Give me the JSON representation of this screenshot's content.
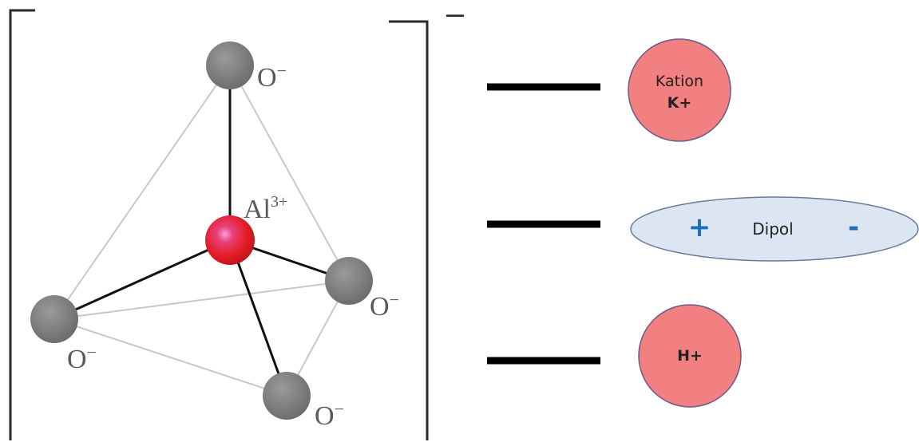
{
  "diagram": {
    "colors": {
      "bond": "#111111",
      "edge": "#c8c8c8",
      "oxygen": "#7a7a7a",
      "aluminium": "#e8202a",
      "cation_fill": "#f28080",
      "dipole_fill": "#dbe6f2",
      "dipole_sign": "#1f6fb5",
      "bracket": "#2a2a2a"
    },
    "complex": {
      "center_label_base": "Al",
      "center_label_charge": "3+",
      "oxygen_label_base": "O",
      "oxygen_label_charge": "−",
      "overall_charge": "–"
    },
    "partners": {
      "cation": {
        "line1": "Kation",
        "line2": "K+"
      },
      "dipole": {
        "plus": "+",
        "label": "Dipol",
        "minus": "-"
      },
      "proton": {
        "label": "H+"
      }
    }
  }
}
